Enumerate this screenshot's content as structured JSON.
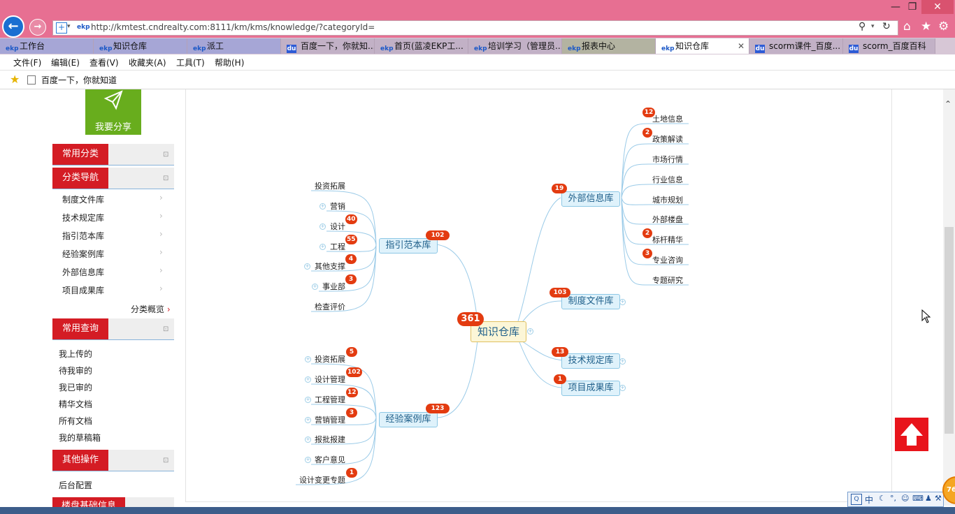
{
  "browser": {
    "url": "http://kmtest.cndrealty.com:8111/km/kms/knowledge/?categoryId=",
    "tabs": [
      {
        "label": "工作台",
        "icon": "ekp"
      },
      {
        "label": "知识仓库",
        "icon": "ekp"
      },
      {
        "label": "派工",
        "icon": "ekp"
      },
      {
        "label": "百度一下，你就知...",
        "icon": "baidu"
      },
      {
        "label": "首页(蓝凌EKP工...",
        "icon": "ekp"
      },
      {
        "label": "培训学习（管理员...",
        "icon": "ekp"
      },
      {
        "label": "报表中心",
        "icon": "ekp"
      },
      {
        "label": "知识仓库",
        "icon": "ekp",
        "active": true
      },
      {
        "label": "scorm课件_百度...",
        "icon": "baidu"
      },
      {
        "label": "scorm_百度百科",
        "icon": "baidu"
      }
    ],
    "menu": [
      "文件(F)",
      "编辑(E)",
      "查看(V)",
      "收藏夹(A)",
      "工具(T)",
      "帮助(H)"
    ],
    "favorite": "百度一下，你就知道"
  },
  "sidebar": {
    "share_label": "我要分享",
    "common_category": "常用分类",
    "category_nav": "分类导航",
    "nav_items": [
      "制度文件库",
      "技术规定库",
      "指引范本库",
      "经验案例库",
      "外部信息库",
      "项目成果库"
    ],
    "overview": "分类概览",
    "common_query": "常用查询",
    "query_items": [
      "我上传的",
      "待我审的",
      "我已审的",
      "精华文档",
      "所有文档",
      "我的草稿箱"
    ],
    "other_ops": "其他操作",
    "admin": "后台配置",
    "cut_header": "楼盘基础信息"
  },
  "mindmap": {
    "root": {
      "label": "知识仓库",
      "count": "361"
    },
    "guide": {
      "label": "指引范本库",
      "count": "102",
      "children": [
        {
          "label": "投资拓展",
          "count": ""
        },
        {
          "label": "营销",
          "count": ""
        },
        {
          "label": "设计",
          "count": "40"
        },
        {
          "label": "工程",
          "count": "55"
        },
        {
          "label": "其他支撑",
          "count": "4"
        },
        {
          "label": "事业部",
          "count": "3"
        },
        {
          "label": "检查评价",
          "count": ""
        }
      ]
    },
    "case": {
      "label": "经验案例库",
      "count": "123",
      "children": [
        {
          "label": "投资拓展",
          "count": "5"
        },
        {
          "label": "设计管理",
          "count": "102"
        },
        {
          "label": "工程管理",
          "count": "12"
        },
        {
          "label": "营销管理",
          "count": "3"
        },
        {
          "label": "报批报建",
          "count": ""
        },
        {
          "label": "客户意见",
          "count": ""
        },
        {
          "label": "设计变更专题",
          "count": "1"
        }
      ]
    },
    "external": {
      "label": "外部信息库",
      "count": "19",
      "children": [
        {
          "label": "土地信息",
          "count": "12"
        },
        {
          "label": "政策解读",
          "count": "2"
        },
        {
          "label": "市场行情",
          "count": ""
        },
        {
          "label": "行业信息",
          "count": ""
        },
        {
          "label": "城市规划",
          "count": ""
        },
        {
          "label": "外部楼盘",
          "count": ""
        },
        {
          "label": "标杆精华",
          "count": "2"
        },
        {
          "label": "专业咨询",
          "count": "3"
        },
        {
          "label": "专题研究",
          "count": ""
        }
      ]
    },
    "system": {
      "label": "制度文件库",
      "count": "103"
    },
    "tech": {
      "label": "技术规定库",
      "count": "13"
    },
    "project": {
      "label": "项目成果库",
      "count": "1"
    }
  },
  "ime": {
    "lang": "中",
    "count": "76"
  },
  "colors": {
    "accent_red": "#d41c24",
    "browser_pink": "#e76f92",
    "node_blue": "#dff2fb",
    "badge": "#e33b10"
  }
}
